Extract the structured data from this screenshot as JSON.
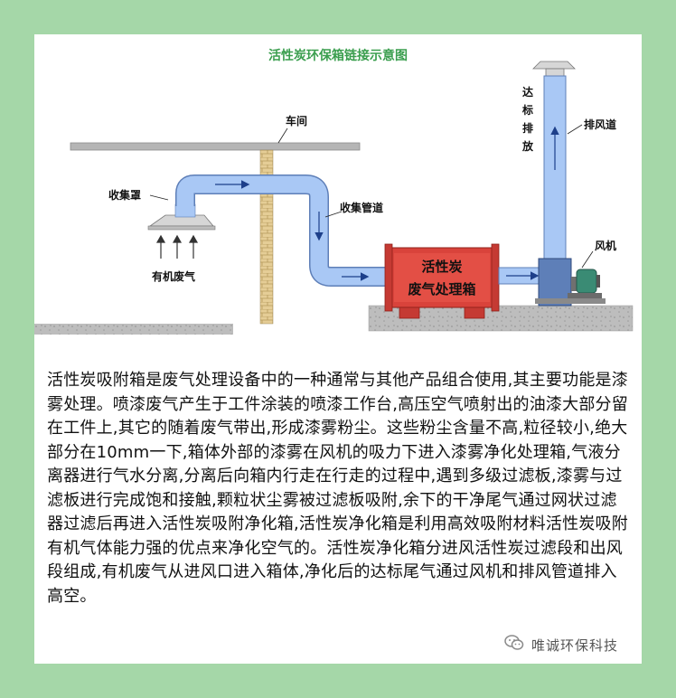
{
  "diagram": {
    "title": "活性炭环保箱链接示意图",
    "labels": {
      "workshop": "车间",
      "hood": "收集罩",
      "pipe": "收集管道",
      "exhaust_gas": "有机废气",
      "box_line1": "活性炭",
      "box_line2": "废气处理箱",
      "fan": "风机",
      "exhaust_duct": "排风道",
      "discharge_chars": [
        "达",
        "标",
        "排",
        "放"
      ]
    },
    "colors": {
      "title": "#3a9e4e",
      "pipe": "#a9c8f5",
      "box": "#d9433b",
      "ground": "#b9b9b9"
    }
  },
  "body_text": "活性炭吸附箱是废气处理设备中的一种通常与其他产品组合使用,其主要功能是漆雾处理。喷漆废气产生于工件涂装的喷漆工作台,高压空气喷射出的油漆大部分留在工件上,其它的随着废气带出,形成漆雾粉尘。这些粉尘含量不高,粒径较小,绝大部分在10mm一下,箱体外部的漆雾在风机的吸力下进入漆雾净化处理箱,气液分离器进行气水分离,分离后向箱内行走在行走的过程中,遇到多级过滤板,漆雾与过滤板进行完成饱和接触,颗粒状尘雾被过滤板吸附,余下的干净尾气通过网状过滤器过滤后再进入活性炭吸附净化箱,活性炭净化箱是利用高效吸附材料活性炭吸附有机气体能力强的优点来净化空气的。活性炭净化箱分进风活性炭过滤段和出风段组成,有机废气从进风口进入箱体,净化后的达标尾气通过风机和排风管道排入高空。",
  "footer": {
    "brand": "唯诚环保科技",
    "icon": "wechat-icon"
  }
}
